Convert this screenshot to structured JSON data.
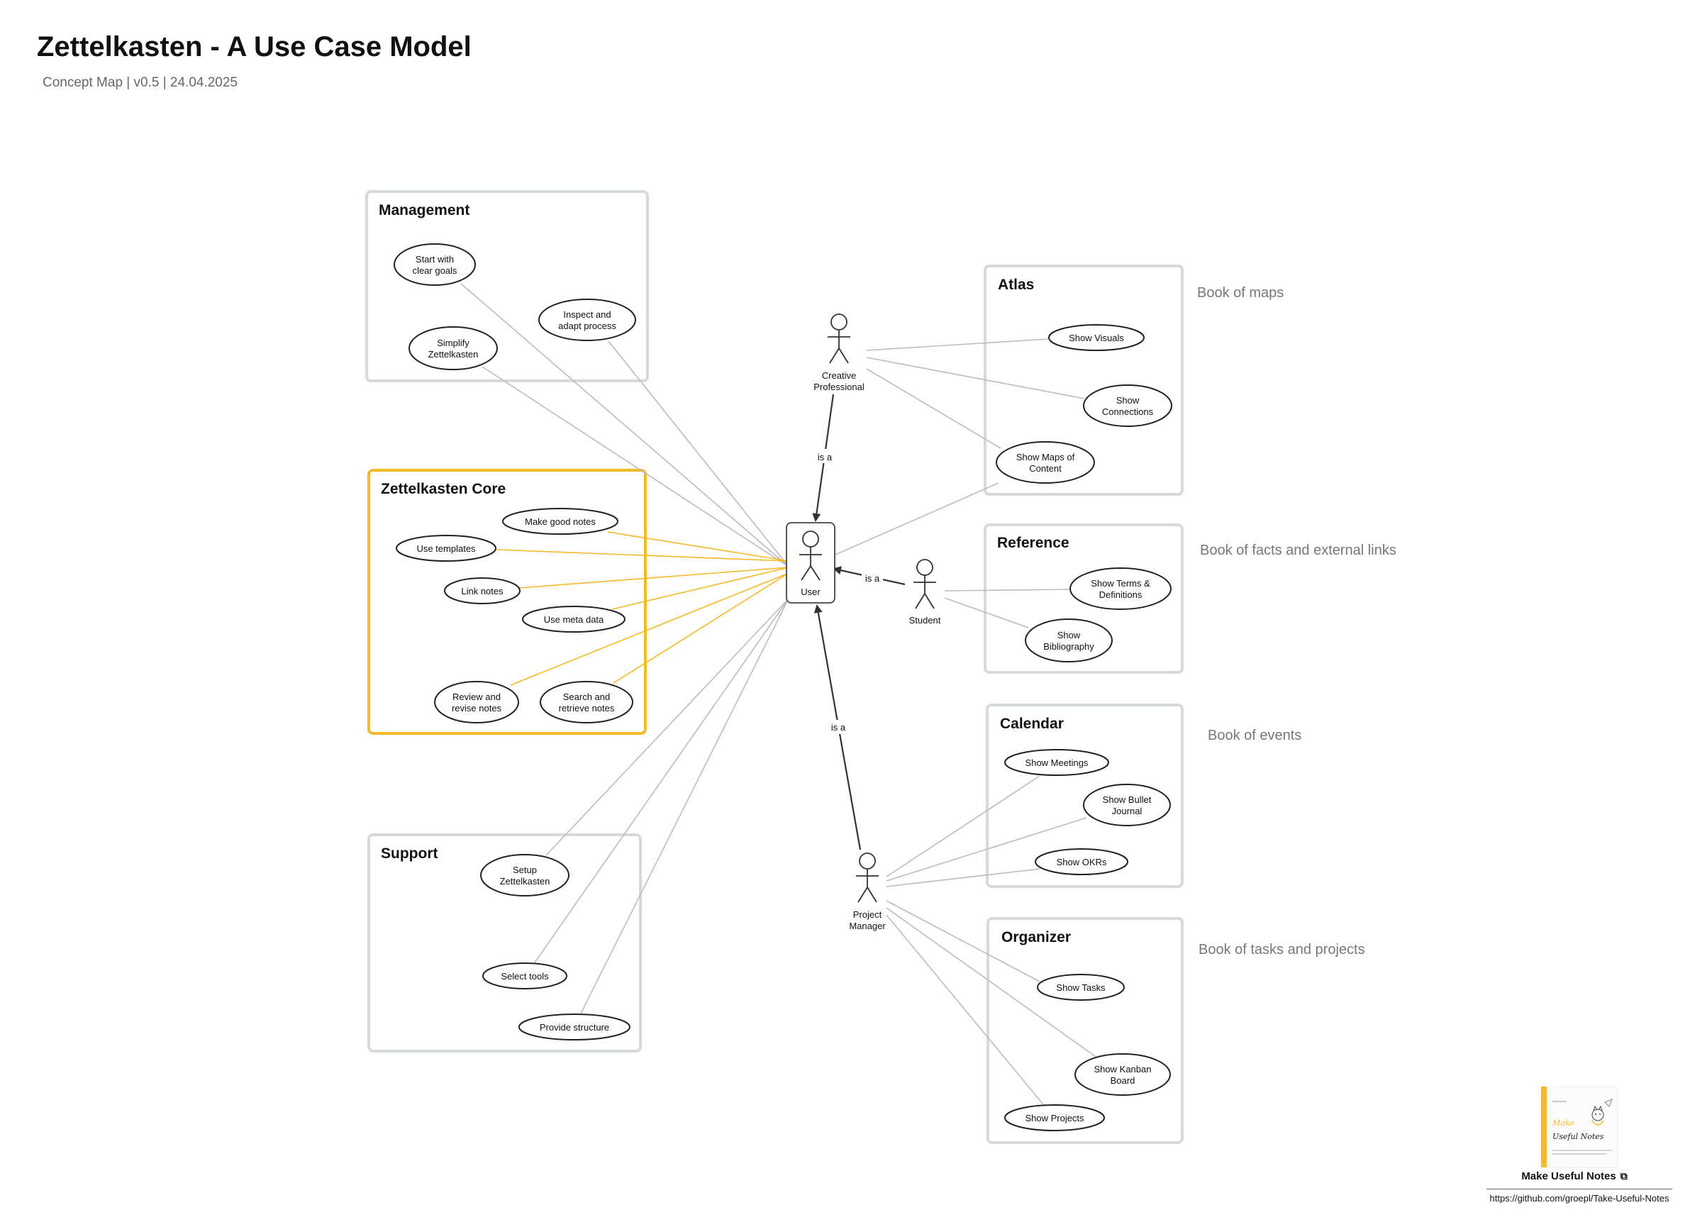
{
  "header": {
    "title": "Zettelkasten - A Use Case Model",
    "subtitle": "Concept Map | v0.5 | 24.04.2025"
  },
  "colors": {
    "core_accent": "#f6b928",
    "package_border": "#d6dad8",
    "association_line": "#bcbcbc",
    "generalization_line": "#333333",
    "book_text": "#777777"
  },
  "packages": {
    "management": {
      "title": "Management"
    },
    "core": {
      "title": "Zettelkasten Core"
    },
    "support": {
      "title": "Support"
    },
    "atlas": {
      "title": "Atlas",
      "book": "Book of maps"
    },
    "reference": {
      "title": "Reference",
      "book": "Book of facts and external links"
    },
    "calendar": {
      "title": "Calendar",
      "book": "Book of events"
    },
    "organizer": {
      "title": "Organizer",
      "book": "Book of tasks and projects"
    }
  },
  "use_cases": {
    "start_goals": [
      "Start with",
      "clear goals"
    ],
    "inspect_adapt": [
      "Inspect and",
      "adapt process"
    ],
    "simplify": [
      "Simplify",
      "Zettelkasten"
    ],
    "good_notes": [
      "Make good notes"
    ],
    "templates": [
      "Use templates"
    ],
    "link_notes": [
      "Link notes"
    ],
    "meta_data": [
      "Use meta data"
    ],
    "review": [
      "Review and",
      "revise notes"
    ],
    "search": [
      "Search and",
      "retrieve notes"
    ],
    "setup": [
      "Setup",
      "Zettelkasten"
    ],
    "tools": [
      "Select tools"
    ],
    "structure": [
      "Provide structure"
    ],
    "visuals": [
      "Show Visuals"
    ],
    "connections": [
      "Show",
      "Connections"
    ],
    "maps": [
      "Show Maps of",
      "Content"
    ],
    "terms": [
      "Show Terms &",
      "Definitions"
    ],
    "bibliography": [
      "Show",
      "Bibliography"
    ],
    "meetings": [
      "Show Meetings"
    ],
    "bullet": [
      "Show Bullet",
      "Journal"
    ],
    "okrs": [
      "Show OKRs"
    ],
    "tasks": [
      "Show Tasks"
    ],
    "kanban": [
      "Show Kanban",
      "Board"
    ],
    "projects": [
      "Show Projects"
    ]
  },
  "actors": {
    "user": [
      "User"
    ],
    "creative": [
      "Creative",
      "Professional"
    ],
    "student": [
      "Student"
    ],
    "pm": [
      "Project",
      "Manager"
    ]
  },
  "edge_labels": {
    "creative_user": "is a",
    "student_user": "is a",
    "pm_user": "is a"
  },
  "logo": {
    "caption": "Make Useful Notes",
    "url": "https://github.com/groepl/Take-Useful-Notes",
    "image_text": [
      "Make",
      "Useful Notes"
    ],
    "icon": "external-link-icon"
  }
}
